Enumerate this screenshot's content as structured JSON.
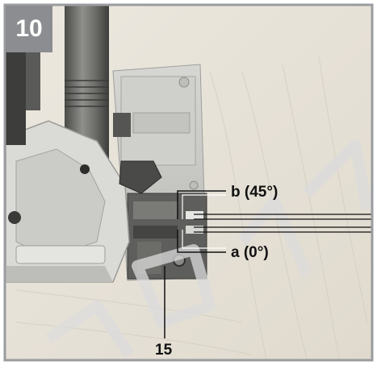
{
  "figure": {
    "number": "10",
    "callouts": {
      "b": "b (45°)",
      "a": "a (0°)",
      "part": "15"
    },
    "watermark": "BOSCH"
  },
  "colors": {
    "frame": "#9a9c9f",
    "badge": "#8b8d90",
    "wood": "#e9e4da",
    "grain": "#d6d0c4",
    "metal": "#c9c9c6",
    "dark_metal": "#5a5a58",
    "leader": "#111111"
  }
}
